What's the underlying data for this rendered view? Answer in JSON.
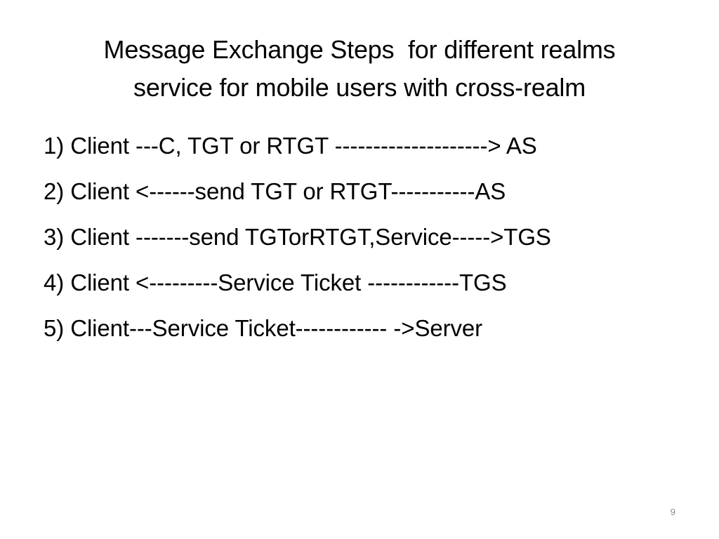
{
  "slide": {
    "title_lines": [
      "Message Exchange Steps  for different realms",
      "service for mobile users with cross-realm"
    ],
    "steps": [
      "1) Client ---C, TGT or RTGT --------------------> AS",
      "2) Client <------send TGT or RTGT-----------AS",
      "3) Client -------send TGTorRTGT,Service----->TGS",
      "4) Client <---------Service Ticket ------------TGS",
      "5) Client---Service Ticket------------ ->Server"
    ],
    "page_number": "9"
  }
}
